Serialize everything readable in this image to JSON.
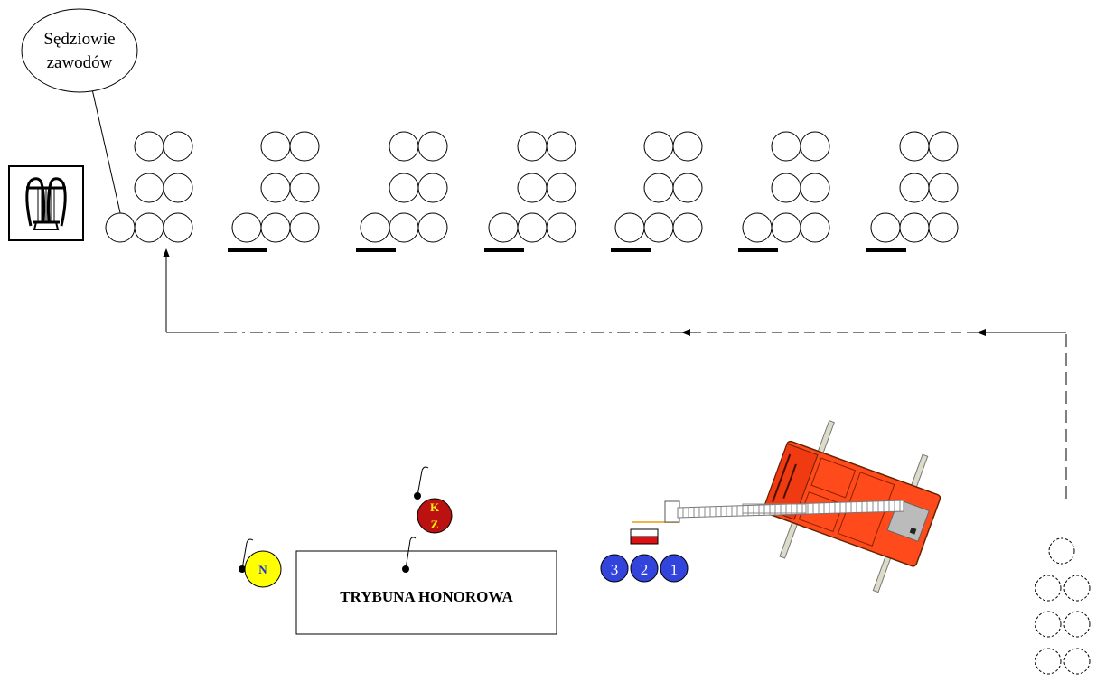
{
  "callout": {
    "line1": "Sędziowie",
    "line2": "zawodów"
  },
  "stand": {
    "label": "TRYBUNA HONOROWA"
  },
  "markers": {
    "commander": {
      "top": "K",
      "bottom": "Z"
    },
    "n": {
      "label": "N"
    }
  },
  "crew": {
    "labels": [
      "3",
      "2",
      "1"
    ]
  },
  "icons": {
    "emblem": "lyre-icon",
    "vehicle": "fire-truck-icon",
    "flag": "poland-flag-icon"
  },
  "colors": {
    "crew_blue": "#3344dd",
    "commander_red": "#bb1111",
    "commander_text": "#ffee00",
    "n_yellow": "#ffff00",
    "truck_red": "#ff4a1c",
    "flag_red": "#dd1111"
  }
}
